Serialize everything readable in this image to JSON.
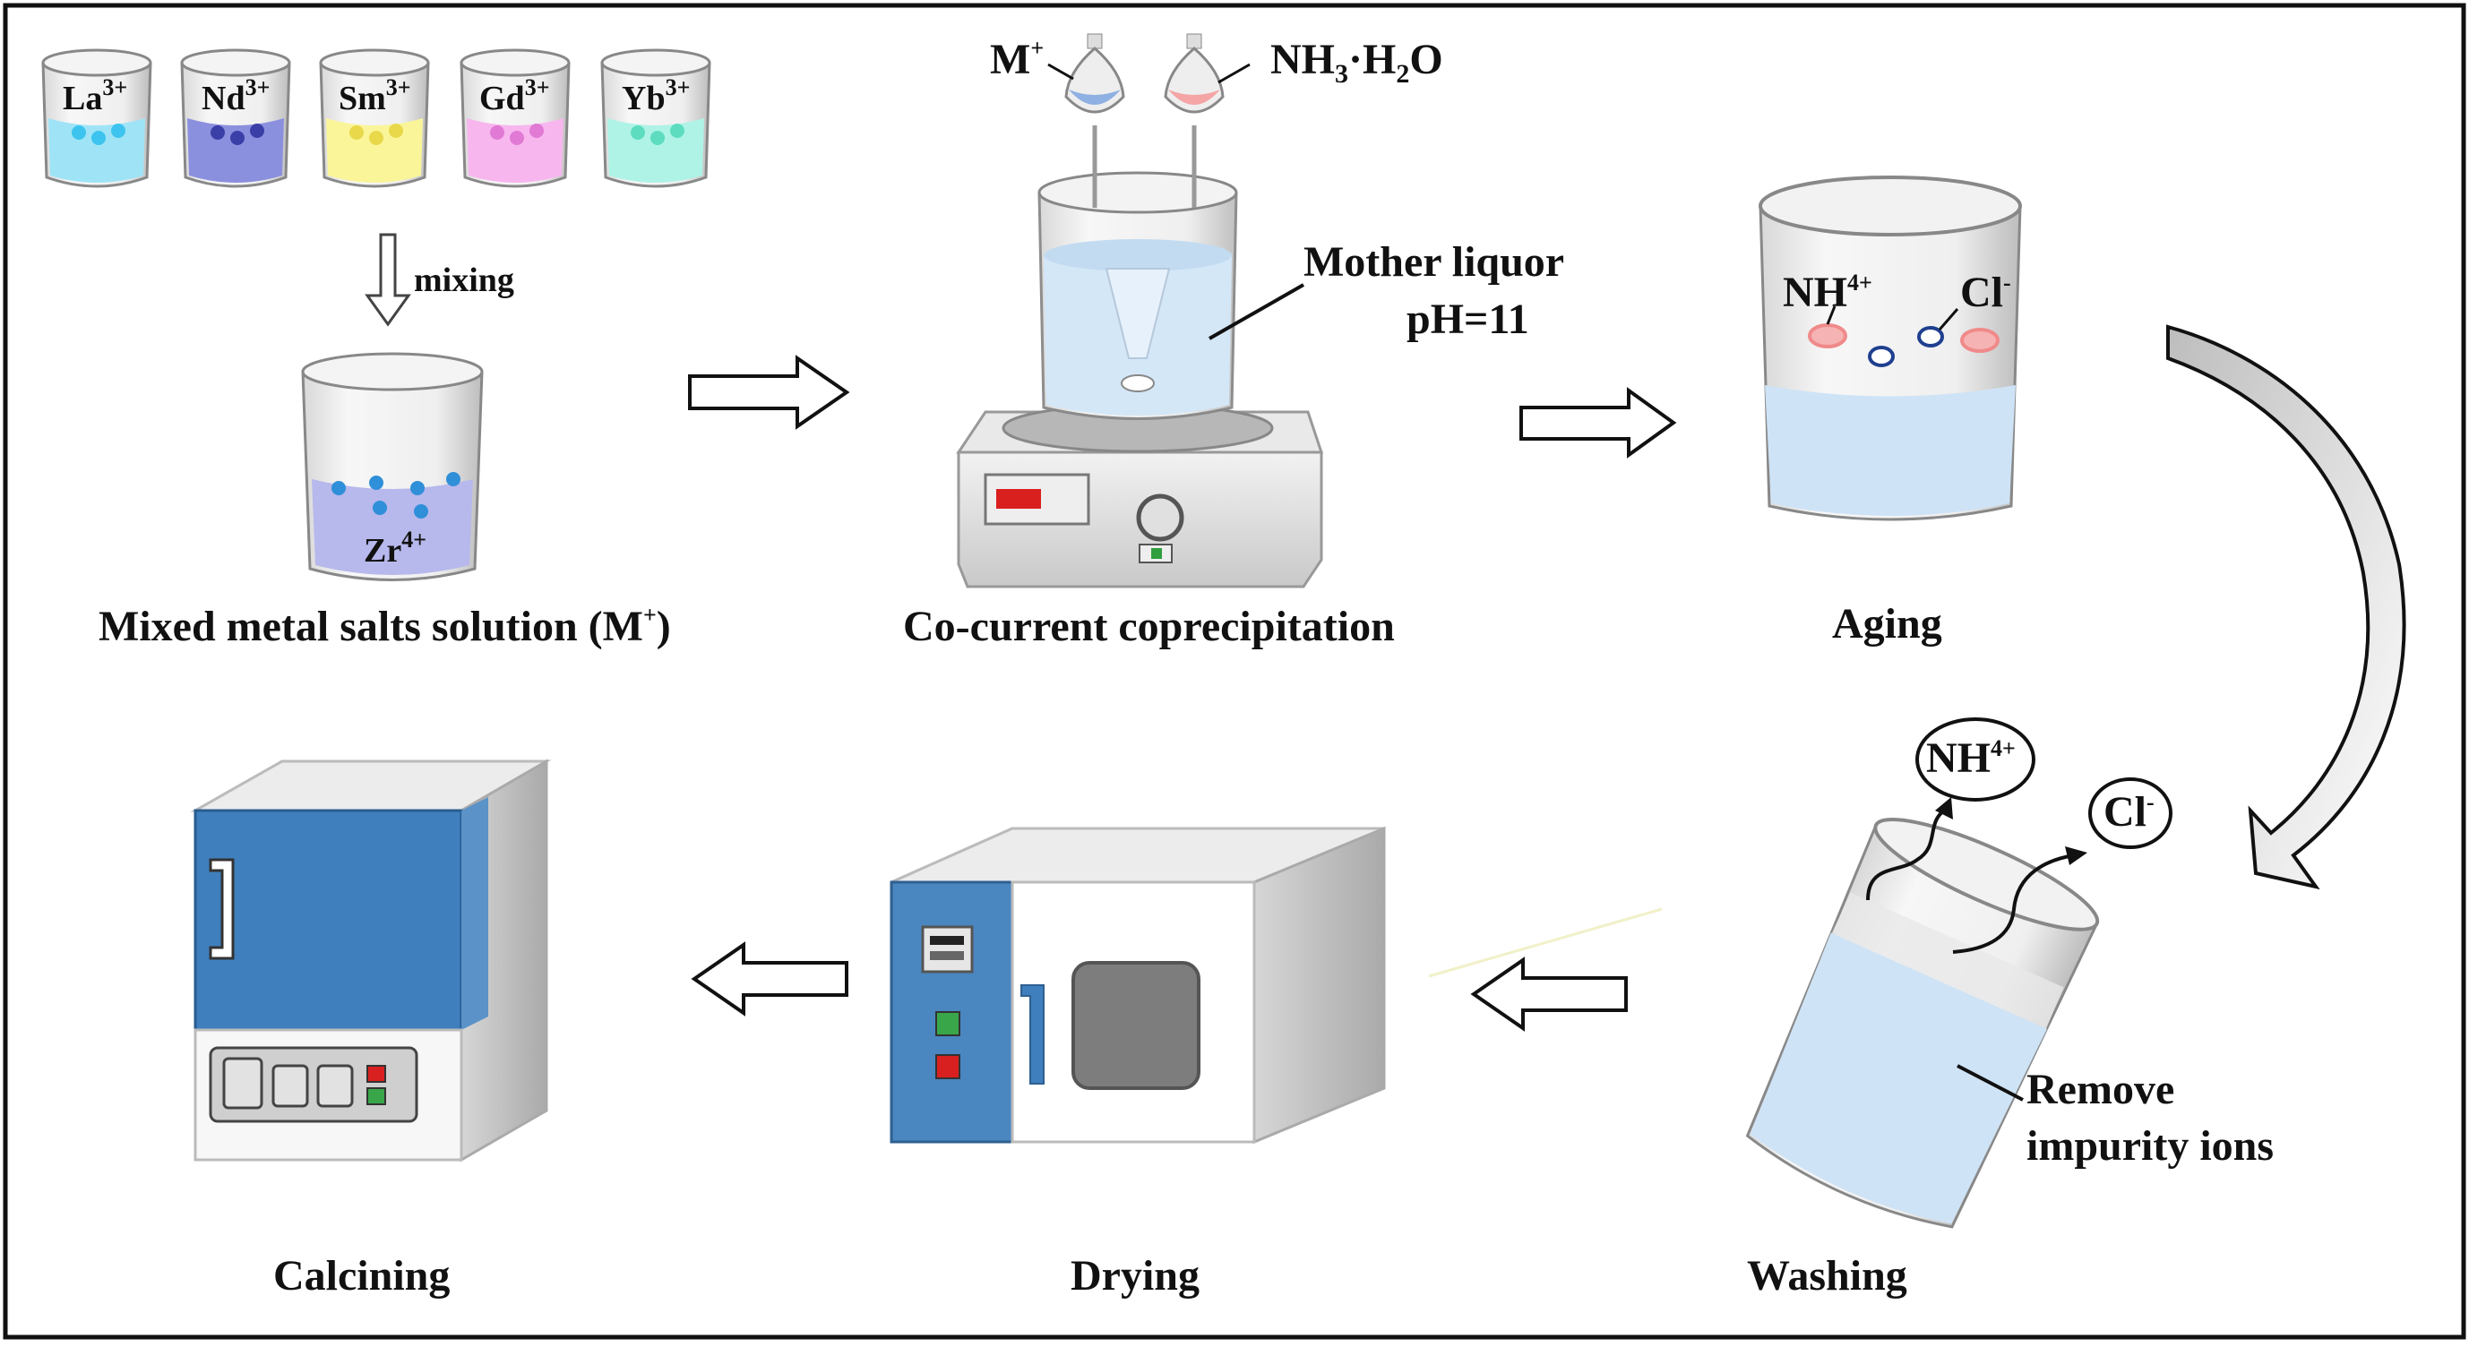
{
  "beakers": [
    {
      "ion": "La",
      "charge": "3+",
      "color": "#9fe4f6",
      "dot": "#3cc4ee"
    },
    {
      "ion": "Nd",
      "charge": "3+",
      "color": "#8b90de",
      "dot": "#3a3fa8"
    },
    {
      "ion": "Sm",
      "charge": "3+",
      "color": "#fbf59a",
      "dot": "#e8d84a"
    },
    {
      "ion": "Gd",
      "charge": "3+",
      "color": "#f8b6ee",
      "dot": "#e07ad4"
    },
    {
      "ion": "Yb",
      "charge": "3+",
      "color": "#aef3e6",
      "dot": "#5edcc0"
    }
  ],
  "mixing_label": "mixing",
  "mixed_beaker": {
    "ion": "Zr",
    "charge": "4+"
  },
  "funnel_left": {
    "label": "M",
    "charge": "+"
  },
  "funnel_right": {
    "nh": "NH",
    "nh_sub": "3",
    "mid": "·H",
    "h_sub": "2",
    "o": "O"
  },
  "mother_liquor": {
    "line1": "Mother liquor",
    "line2": "pH=11"
  },
  "aging_ions": {
    "cation": "NH",
    "cation_charge": "4+",
    "anion": "Cl",
    "anion_charge": "-"
  },
  "washing_ions": {
    "cation": "NH",
    "cation_charge": "4+",
    "anion": "Cl",
    "anion_charge": "-"
  },
  "remove_label": {
    "line1": "Remove",
    "line2": "impurity ions"
  },
  "steps": {
    "mixed_prefix": "Mixed metal salts solution (M",
    "mixed_charge": "+",
    "mixed_suffix": ")",
    "coprecipitation": "Co-current coprecipitation",
    "aging": "Aging",
    "washing": "Washing",
    "drying": "Drying",
    "calcining": "Calcining"
  },
  "colors": {
    "liquid_blue": "#cfe3f6",
    "oven_blue": "#4a86c0",
    "furnace_blue": "#3f7fbd",
    "cation_ring": "#f08a8a",
    "anion_ring": "#1f3f8f"
  }
}
